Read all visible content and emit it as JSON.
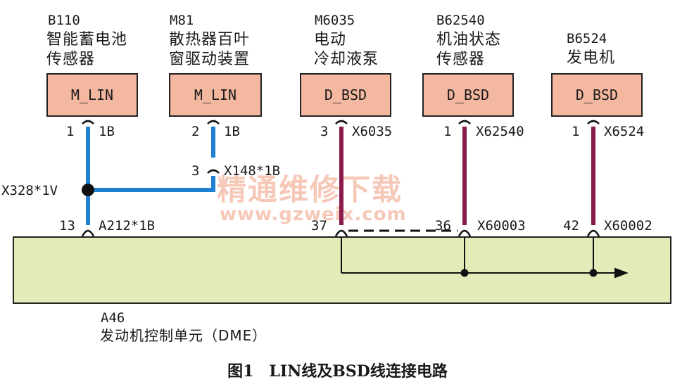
{
  "components": [
    {
      "code": "B110",
      "name_lines": [
        "智能蓄电池",
        "传感器"
      ],
      "box_label": "M_LIN"
    },
    {
      "code": "M81",
      "name_lines": [
        "散热器百叶",
        "窗驱动装置"
      ],
      "box_label": "M_LIN"
    },
    {
      "code": "M6035",
      "name_lines": [
        "电动",
        "冷却液泵"
      ],
      "box_label": "D_BSD"
    },
    {
      "code": "B62540",
      "name_lines": [
        "机油状态",
        "传感器"
      ],
      "box_label": "D_BSD"
    },
    {
      "code": "B6524",
      "name_lines": [
        "发电机"
      ],
      "box_label": "D_BSD"
    }
  ],
  "pins": {
    "b110_pin": "1",
    "b110_conn": "1B",
    "m81_pin": "2",
    "m81_conn": "1B",
    "m81_pin2": "3",
    "m81_conn2": "X148*1B",
    "m6035_pin": "3",
    "m6035_conn": "X6035",
    "b62540_pin": "1",
    "b62540_conn": "X62540",
    "b6524_pin": "1",
    "b6524_conn": "X6524",
    "splice": "X328*1V",
    "dme_lin_pin": "13",
    "dme_lin_conn": "A212*1B",
    "dme_bsd_pin_a": "37",
    "dme_bsd_pin_b": "36",
    "dme_bsd_conn_a": "X60003",
    "dme_bsd_pin_c": "42",
    "dme_bsd_conn_c": "X60002"
  },
  "ecu": {
    "code": "A46",
    "name": "发动机控制单元（DME）"
  },
  "watermark": {
    "title": "精通维修下载",
    "url": "www.gzweix.com"
  },
  "caption": "图1　LIN线及BSD线连接电路",
  "colors": {
    "lin_wire": "#1f7fd0",
    "bsd_wire": "#8a1a4a",
    "box_fill": "#f4b8a0",
    "ecu_fill": "#e2ecb8"
  }
}
